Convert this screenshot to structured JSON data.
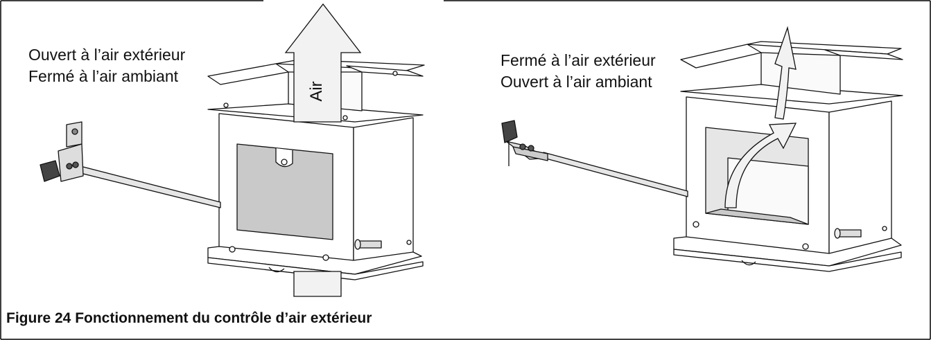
{
  "left_panel": {
    "line1": "Ouvert à l’air extérieur",
    "line2": "Fermé à l’air ambiant",
    "arrow_label": "Air"
  },
  "right_panel": {
    "line1": "Fermé à l’air extérieur",
    "line2": "Ouvert à l’air ambiant"
  },
  "caption": "Figure 24 Fonctionnement du contrôle d’air extérieur",
  "colors": {
    "border": "#000000",
    "metal_fill": "#ffffff",
    "window_fill": "#c9c9c9",
    "arrow_fill": "#f2f2f2",
    "knob_fill": "#444444"
  }
}
